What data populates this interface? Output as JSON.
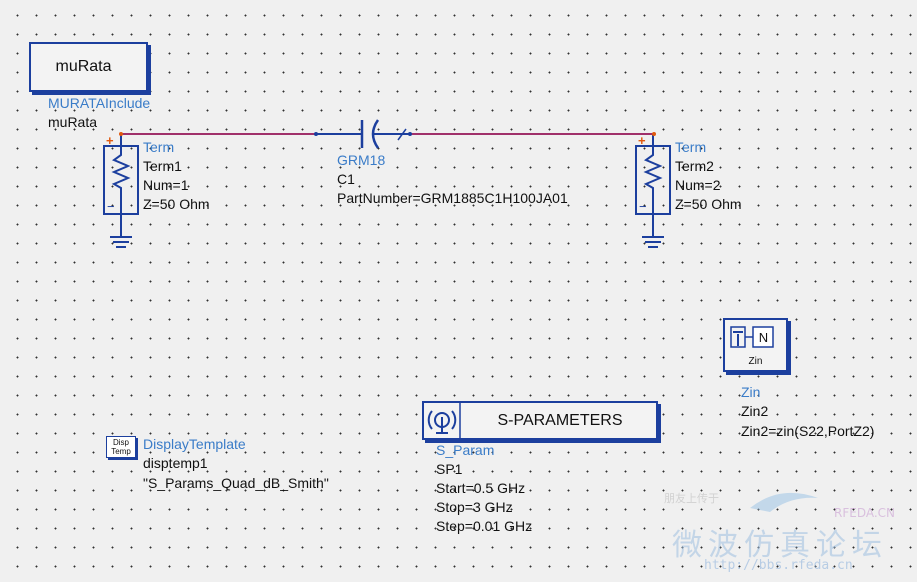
{
  "murata": {
    "box_label": "muRata",
    "type": "MURATAInclude",
    "instance": "muRata"
  },
  "term1": {
    "type": "Term",
    "name": "Term1",
    "num": "Num=1",
    "z": "Z=50 Ohm"
  },
  "term2": {
    "type": "Term",
    "name": "Term2",
    "num": "Num=2",
    "z": "Z=50 Ohm"
  },
  "cap": {
    "type": "GRM18",
    "name": "C1",
    "part": "PartNumber=GRM1885C1H100JA01"
  },
  "zin": {
    "icon_label": "Zin",
    "icon_letter": "N",
    "type": "Zin",
    "name": "Zin2",
    "expr": "Zin2=zin(S22,PortZ2)"
  },
  "sparam": {
    "box_label": "S-PARAMETERS",
    "type": "S_Param",
    "name": "SP1",
    "start": "Start=0.5 GHz",
    "stop": "Stop=3 GHz",
    "step": "Step=0.01 GHz"
  },
  "display": {
    "icon_line1": "Disp",
    "icon_line2": "Temp",
    "type": "DisplayTemplate",
    "name": "disptemp1",
    "template": "\"S_Params_Quad_dB_Smith\""
  },
  "watermark": {
    "top": "朋友上传于",
    "brand": "RFEDA.CN",
    "title": "微波仿真论坛",
    "url": "http://bbs.rfeda.cn"
  },
  "colors": {
    "wire": "#a0306a",
    "component": "#1c3f9e",
    "label": "#3a7cc8",
    "pin": "#e05a10"
  }
}
